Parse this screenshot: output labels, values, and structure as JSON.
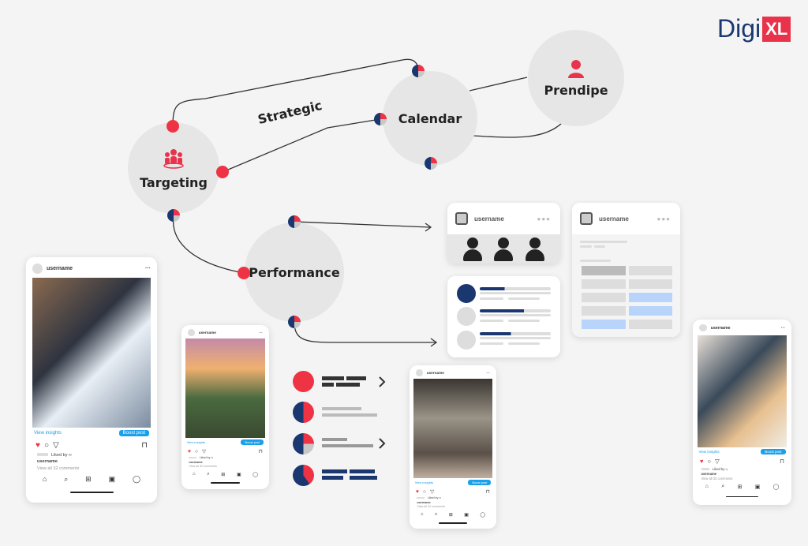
{
  "brand": {
    "name": "Digi",
    "badge": "XL",
    "accent": "#e8334a",
    "navy": "#1a3770"
  },
  "nodes": {
    "targeting": "Targeting",
    "calendar": "Calendar",
    "prendipe": "Prendipe",
    "performance": "Performance"
  },
  "edge_label": "Strategic",
  "cards": {
    "audience": {
      "username": "username"
    },
    "report": {
      "username": "username"
    }
  },
  "phones": [
    {
      "username": "username",
      "insights": "View insights",
      "boost": "Boost post",
      "liked_by": "Liked by",
      "caption_user": "username",
      "comments": "View all 32 comments"
    },
    {
      "username": "username",
      "insights": "View insights",
      "boost": "Boost post",
      "liked_by": "Liked by",
      "caption_user": "username",
      "comments": "View all 32 comments"
    },
    {
      "username": "username",
      "insights": "View insights",
      "boost": "Boost post",
      "liked_by": "Liked by",
      "caption_user": "username",
      "comments": "View all 32 comments"
    },
    {
      "username": "username",
      "insights": "View insights",
      "boost": "Boost post",
      "liked_by": "Liked by",
      "caption_user": "username",
      "comments": "View all 32 comments"
    }
  ],
  "icons": [
    "heart-icon",
    "comment-icon",
    "share-icon",
    "bookmark-icon",
    "home-icon",
    "search-icon",
    "add-icon",
    "reels-icon",
    "profile-icon",
    "user-icon",
    "team-icon",
    "chevron-right-icon"
  ]
}
